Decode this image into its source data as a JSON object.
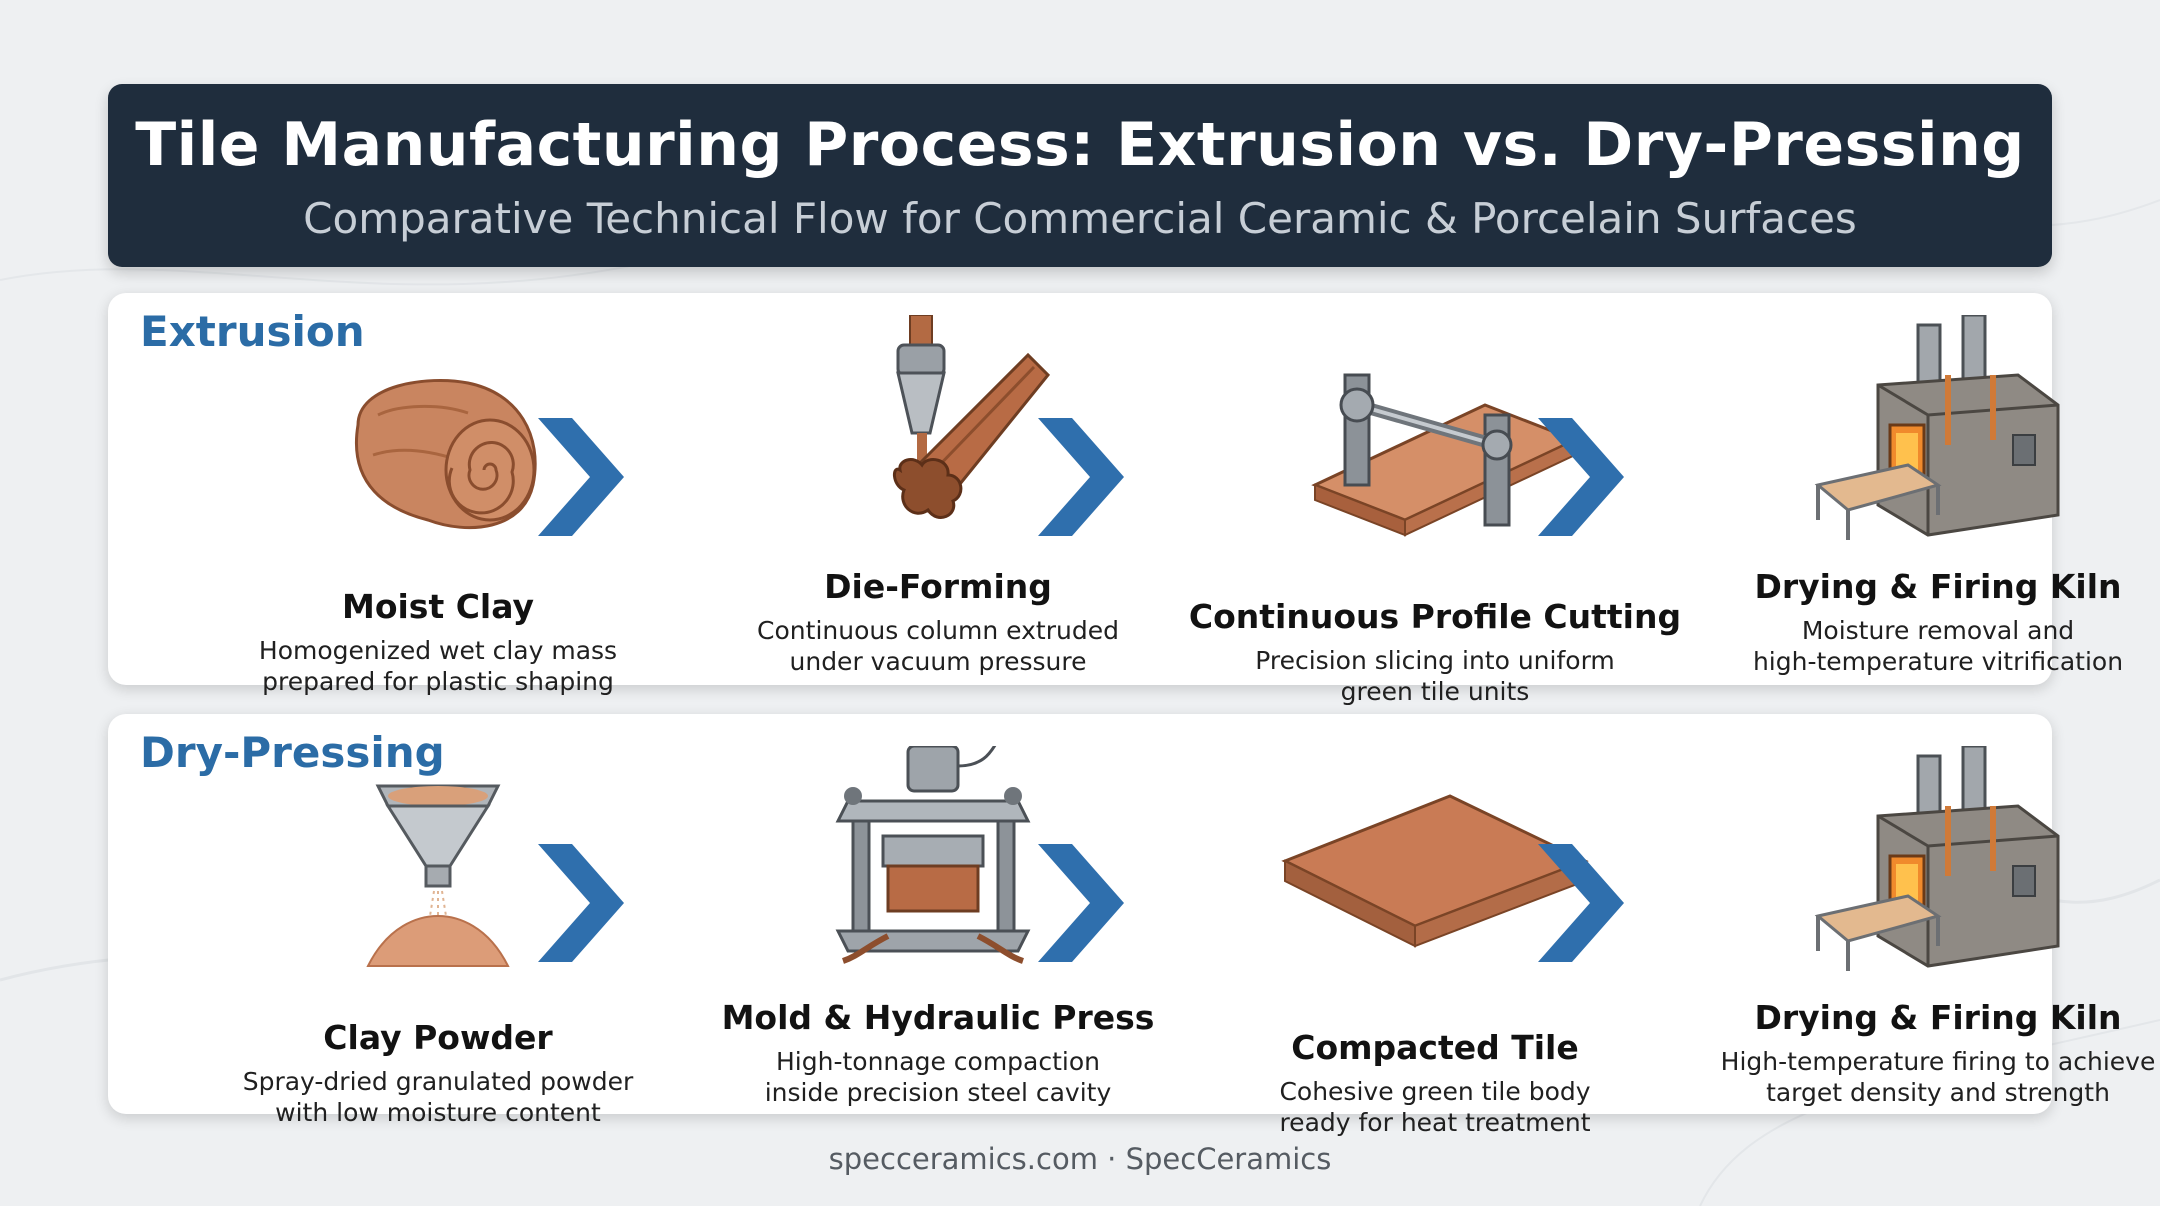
{
  "header": {
    "title": "Tile Manufacturing Process: Extrusion vs. Dry-Pressing",
    "subtitle": "Comparative Technical Flow for Commercial Ceramic & Porcelain Surfaces"
  },
  "extrusion": {
    "title": "Extrusion",
    "steps": [
      {
        "name": "Moist Clay",
        "desc_line1": "Homogenized wet clay mass",
        "desc_line2": "prepared for plastic shaping",
        "icon": "clay-roll-icon"
      },
      {
        "name": "Die-Forming",
        "desc_line1": "Continuous column extruded",
        "desc_line2": "under vacuum pressure",
        "icon": "extrusion-die-icon"
      },
      {
        "name": "Continuous Profile Cutting",
        "desc_line1": "Precision slicing into uniform",
        "desc_line2": "green tile units",
        "icon": "wire-cutter-icon"
      },
      {
        "name": "Drying & Firing Kiln",
        "desc_line1": "Moisture removal and",
        "desc_line2": "high-temperature vitrification",
        "icon": "kiln-icon"
      }
    ]
  },
  "dry_pressing": {
    "title": "Dry-Pressing",
    "steps": [
      {
        "name": "Clay Powder",
        "desc_line1": "Spray-dried granulated powder",
        "desc_line2": "with low moisture content",
        "icon": "powder-hopper-icon"
      },
      {
        "name": "Mold & Hydraulic Press",
        "desc_line1": "High-tonnage compaction",
        "desc_line2": "inside precision steel cavity",
        "icon": "hydraulic-press-icon"
      },
      {
        "name": "Compacted Tile",
        "desc_line1": "Cohesive green tile body",
        "desc_line2": "ready for heat treatment",
        "icon": "tile-slab-icon"
      },
      {
        "name": "Drying & Firing Kiln",
        "desc_line1": "High-temperature firing to achieve",
        "desc_line2": "target density and strength",
        "icon": "kiln-icon"
      }
    ]
  },
  "footer": {
    "text": "specceramics.com · SpecCeramics"
  },
  "colors": {
    "header_bg": "#1f2d3d",
    "accent_blue": "#2b6ca6",
    "chevron_blue": "#2f6fad",
    "terracotta": "#c57a52",
    "page_bg": "#eef0f2"
  }
}
